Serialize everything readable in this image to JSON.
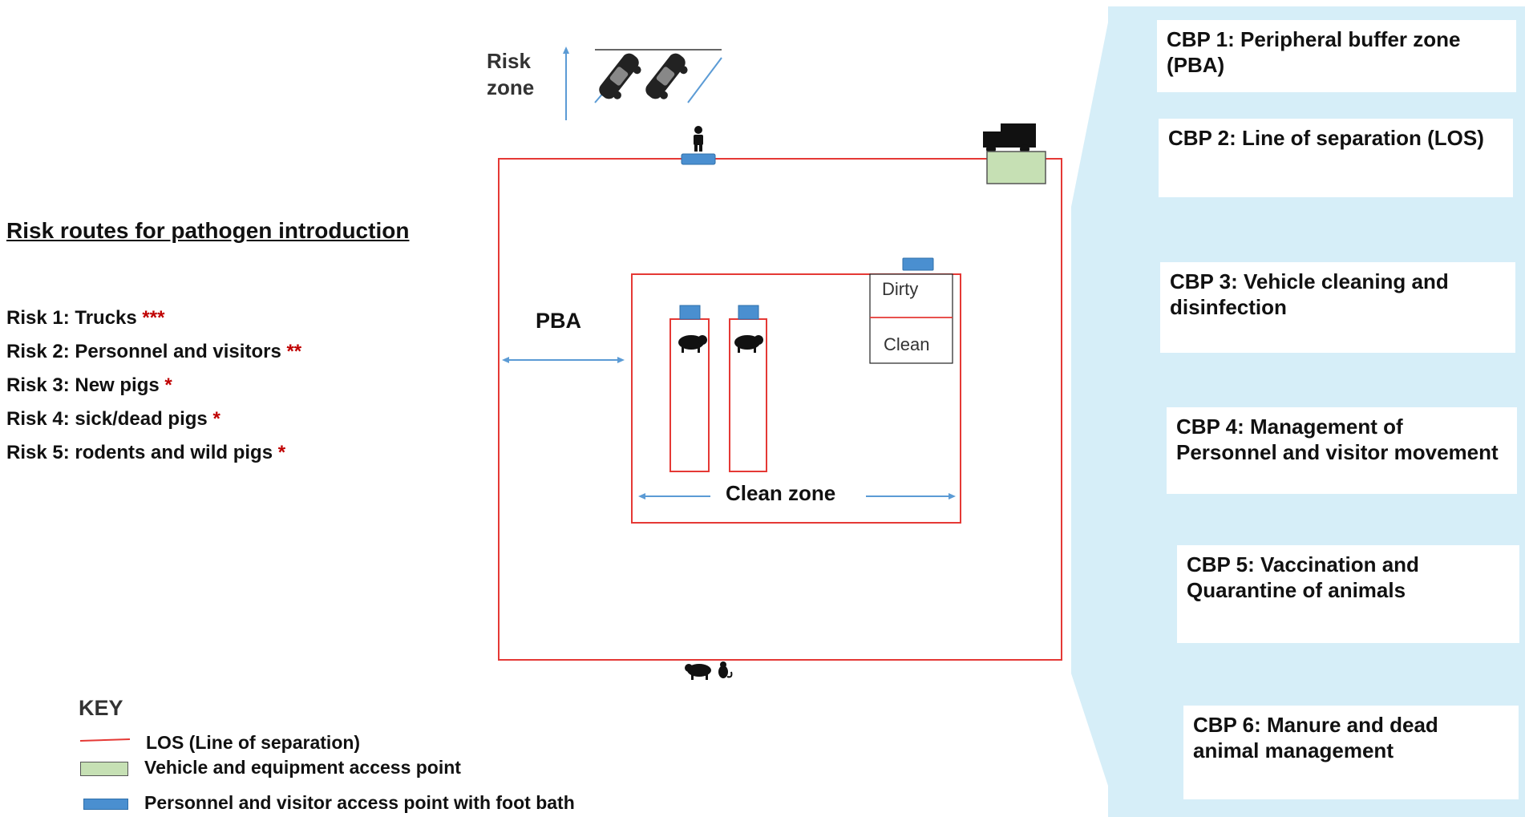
{
  "risk_routes": {
    "title": "Risk routes for pathogen introduction",
    "items": [
      {
        "label": "Risk 1: Trucks",
        "stars": "***"
      },
      {
        "label": "Risk 2: Personnel and visitors",
        "stars": "**"
      },
      {
        "label": "Risk 3: New pigs",
        "stars": "*"
      },
      {
        "label": "Risk 4: sick/dead pigs",
        "stars": "*"
      },
      {
        "label": "Risk 5: rodents and wild pigs",
        "stars": "*"
      }
    ]
  },
  "diagram": {
    "risk_zone_label_line1": "Risk",
    "risk_zone_label_line2": "zone",
    "pba_label": "PBA",
    "clean_zone_label": "Clean zone",
    "dirty_label": "Dirty",
    "clean_label": "Clean",
    "icons": [
      "car-icon",
      "person-icon",
      "truck-icon",
      "pig-icon",
      "rodent-icon"
    ]
  },
  "key": {
    "title": "KEY",
    "items": [
      {
        "label": "LOS (Line of separation)",
        "color": "#e53935"
      },
      {
        "label": "Vehicle and equipment access point",
        "color": "#c6e0b4"
      },
      {
        "label": "Personnel and visitor access point with foot bath",
        "color": "#4a8fd0"
      }
    ]
  },
  "cbp": {
    "items": [
      "CBP 1: Peripheral buffer zone (PBA)",
      "CBP 2: Line of separation (LOS)",
      "CBP 3: Vehicle cleaning and disinfection",
      "CBP 4: Management of Personnel and visitor movement",
      "CBP 5: Vaccination and Quarantine of animals",
      "CBP 6: Manure and dead animal management"
    ],
    "band_color": "#d6eef8"
  },
  "colors": {
    "los_red": "#e53935",
    "foot_bath_blue": "#4a8fd0",
    "vehicle_green": "#c6e0b4",
    "arrow_blue": "#5b9bd5",
    "star_red": "#c00000"
  }
}
